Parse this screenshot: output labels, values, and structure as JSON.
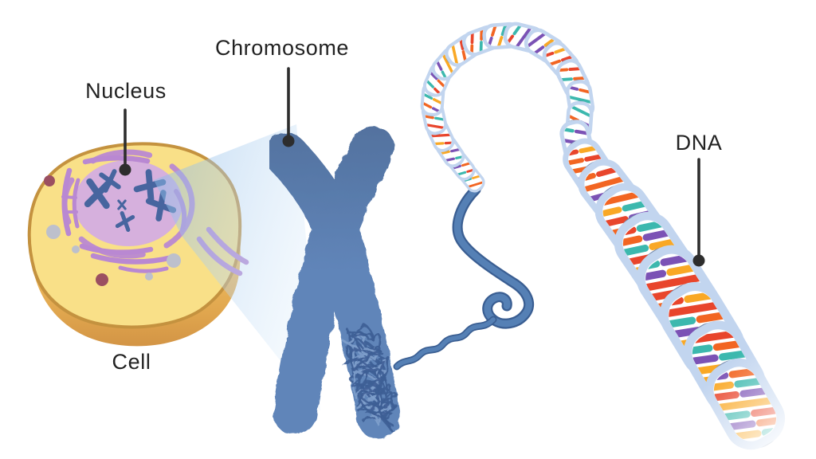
{
  "figure": {
    "labels": {
      "nucleus": "Nucleus",
      "chromosome": "Chromosome",
      "cell": "Cell",
      "dna": "DNA"
    },
    "colors": {
      "label_text": "#222222",
      "pointer": "#2d2d2d",
      "cell_top": "#F9E088",
      "cell_outline": "#C4923F",
      "cell_side_light": "#F0BE60",
      "cell_side_mid": "#E0A64E",
      "cell_side_dark": "#D19244",
      "nucleus_fill": "#D6B0DD",
      "organelle_purple": "#B988D2",
      "nuclear_chromosome": "#47659F",
      "organelle_gray": "#BDC0CC",
      "organelle_maroon": "#9B4F61",
      "beam_start": "#8FBCE8",
      "beam_end": "#DCEDFB",
      "chromosome_top": "#53729F",
      "chromosome_main": "#6085B9",
      "chromosome_dark": "#3E5E95",
      "chromosome_light": "#7FA0CC",
      "thread_fill": "#5580B5",
      "thread_edge": "#3A5E92",
      "dna_ribbon_border": "#C2D5EF",
      "dna_ribbon_dark": "#7489AC",
      "dna_white": "#FFFFFF",
      "base_colors": [
        "#F26522",
        "#3CB8AE",
        "#7B52B5",
        "#F9A825",
        "#E8452C"
      ]
    }
  }
}
